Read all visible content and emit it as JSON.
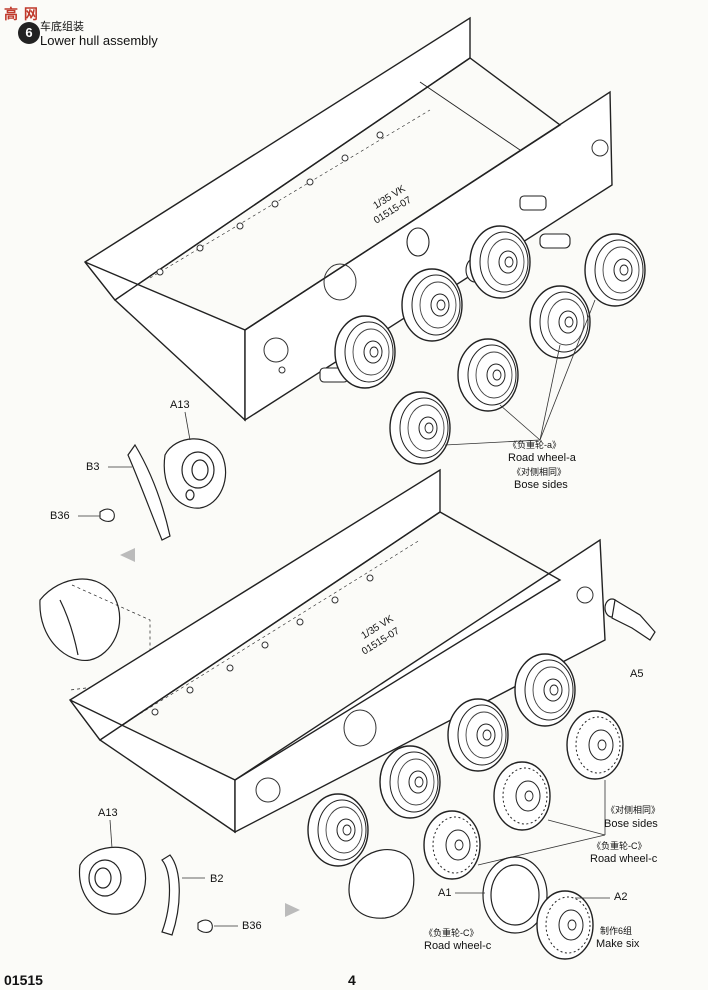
{
  "header": {
    "logo_text": "高 网",
    "step_number": "6",
    "title_cn": "车底组装",
    "title_en": "Lower hull assembly"
  },
  "hull_marking": {
    "line1": "1/35 VK",
    "line2": "01515-07"
  },
  "parts": {
    "a13_top": "A13",
    "b3": "B3",
    "b36_top": "B36",
    "a5": "A5",
    "a13_bottom": "A13",
    "b2": "B2",
    "b36_bottom": "B36",
    "a1": "A1",
    "a2": "A2"
  },
  "notes": {
    "road_wheel_a_cn": "《负重轮-a》",
    "road_wheel_a_en": "Road wheel-a",
    "both_sides_top_cn": "《对侧相同》",
    "both_sides_top_en": "Bose sides",
    "both_sides_bottom_cn": "《对侧相同》",
    "both_sides_bottom_en": "Bose sides",
    "road_wheel_c_right_cn": "《负重轮-C》",
    "road_wheel_c_right_en": "Road wheel-c",
    "road_wheel_c_bottom_cn": "《负重轮-C》",
    "road_wheel_c_bottom_en": "Road wheel-c",
    "make_six_cn": "制作6组",
    "make_six_en": "Make six"
  },
  "footer": {
    "product_code": "01515",
    "page_number": "4"
  }
}
